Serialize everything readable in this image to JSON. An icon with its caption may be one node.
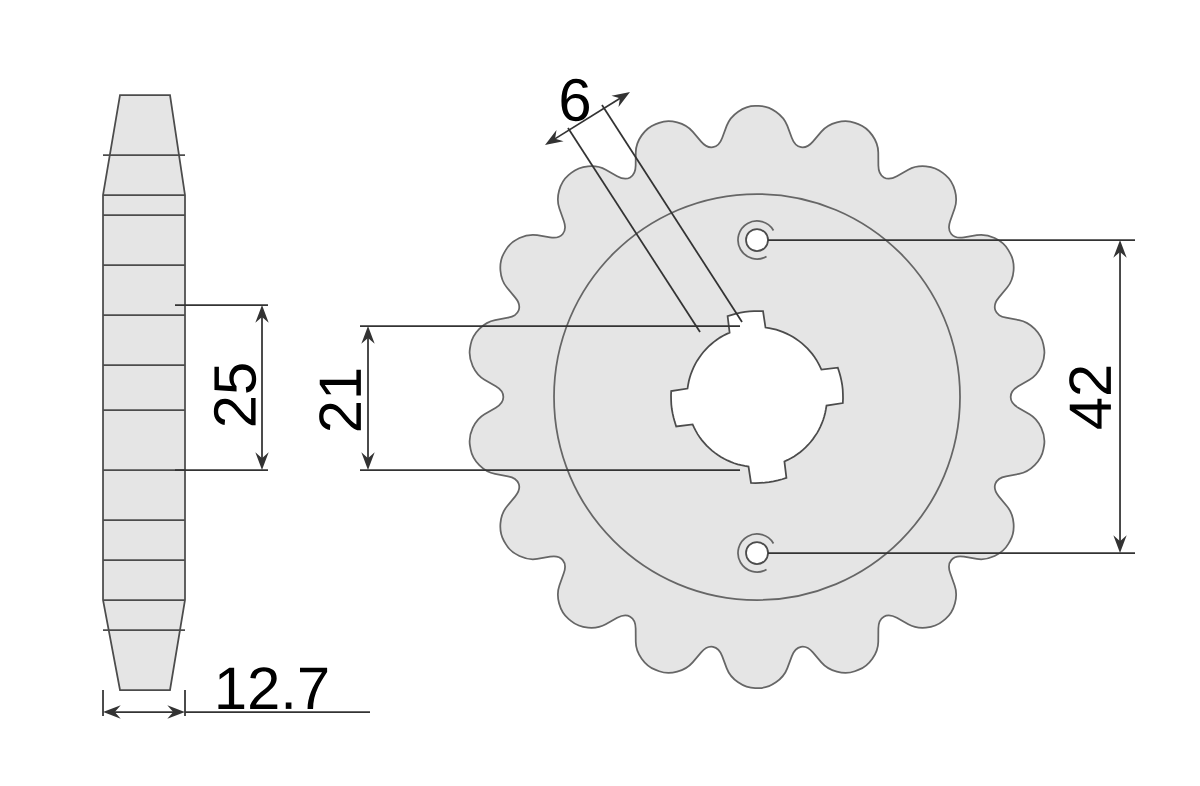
{
  "diagram": {
    "labels": [
      "6",
      "25",
      "21",
      "42",
      "12.7"
    ]
  }
}
